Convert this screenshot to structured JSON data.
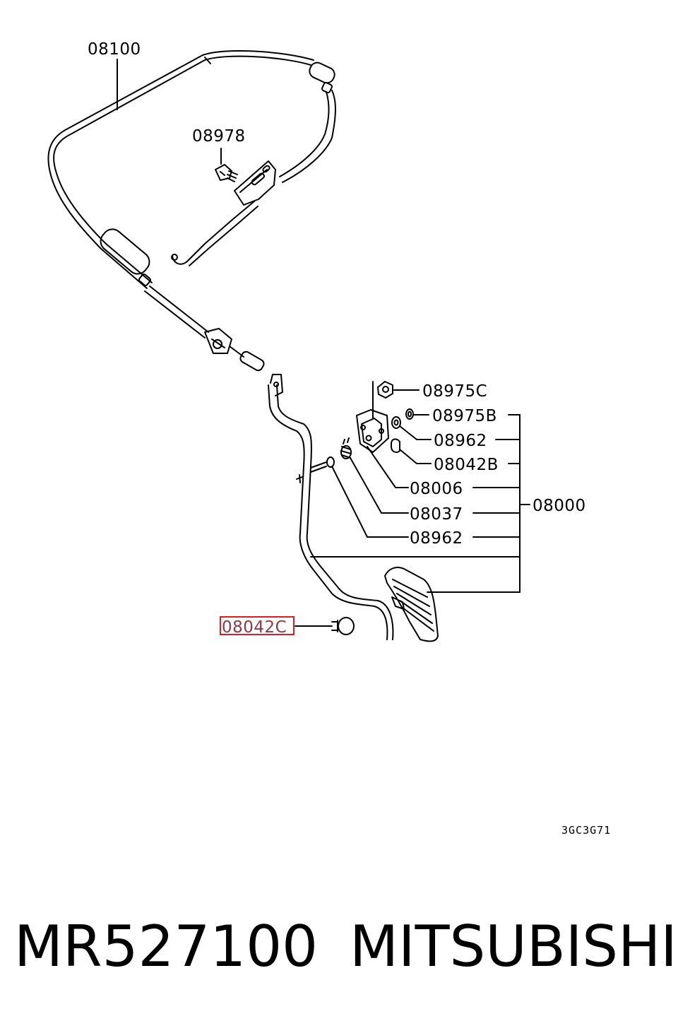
{
  "diagram": {
    "callouts": {
      "c08100": "08100",
      "c08978": "08978",
      "c08975C": "08975C",
      "c08975B": "08975B",
      "c08962a": "08962",
      "c08042B": "08042B",
      "c08006": "08006",
      "c08037": "08037",
      "c08962b": "08962",
      "c08000": "08000",
      "c08042C": "08042C"
    },
    "highlighted_callout": "08042C",
    "highlight_color": "#e01b24",
    "drawing_code": "3GC3G71"
  },
  "footer": {
    "part_number": "MR527100",
    "brand": "MITSUBISHI"
  }
}
